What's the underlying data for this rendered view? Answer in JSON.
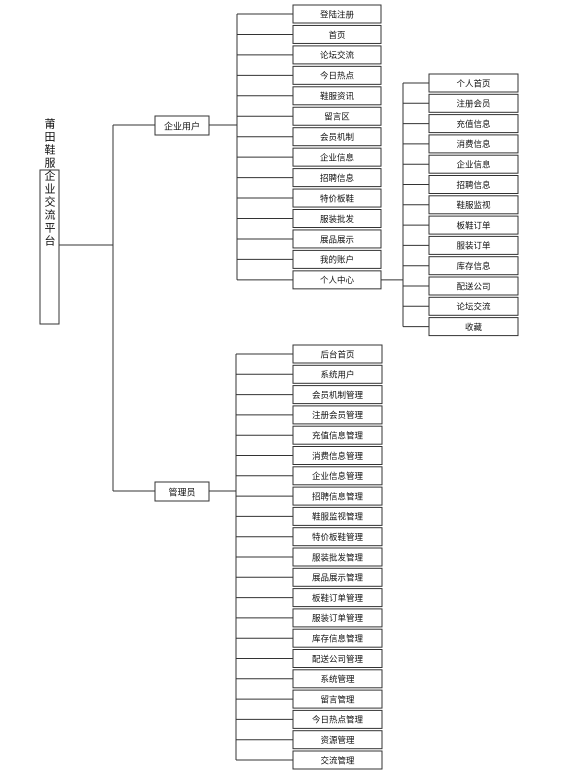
{
  "root": {
    "label": "莆田鞋服企业交流平台"
  },
  "enterprise_user": {
    "label": "企业用户",
    "items": [
      "登陆注册",
      "首页",
      "论坛交流",
      "今日热点",
      "鞋服资讯",
      "留言区",
      "会员机制",
      "企业信息",
      "招聘信息",
      "特价板鞋",
      "服装批发",
      "展品展示",
      "我的账户",
      "个人中心"
    ]
  },
  "personal_center": {
    "label": "个人中心",
    "items": [
      "个人首页",
      "注册会员",
      "充值信息",
      "消费信息",
      "企业信息",
      "招聘信息",
      "鞋服监视",
      "板鞋订单",
      "服装订单",
      "库存信息",
      "配送公司",
      "论坛交流",
      "收藏"
    ]
  },
  "admin": {
    "label": "管理员",
    "items": [
      "后台首页",
      "系统用户",
      "会员机制管理",
      "注册会员管理",
      "充值信息管理",
      "消费信息管理",
      "企业信息管理",
      "招聘信息管理",
      "鞋服监视管理",
      "特价板鞋管理",
      "服装批发管理",
      "展品展示管理",
      "板鞋订单管理",
      "服装订单管理",
      "库存信息管理",
      "配送公司管理",
      "系统管理",
      "留言管理",
      "今日热点管理",
      "资源管理",
      "交流管理"
    ]
  }
}
